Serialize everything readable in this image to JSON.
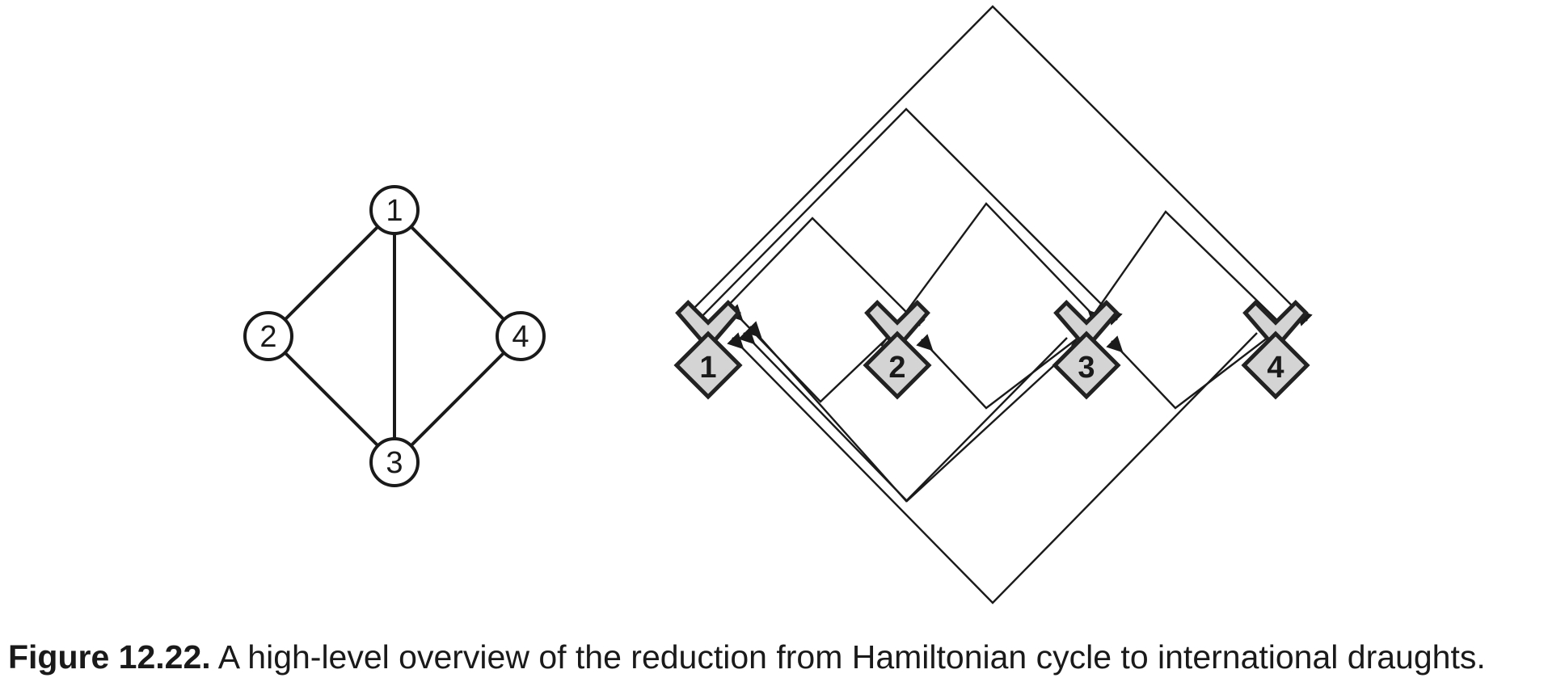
{
  "graph": {
    "nodes": [
      {
        "id": "1",
        "label": "1"
      },
      {
        "id": "2",
        "label": "2"
      },
      {
        "id": "3",
        "label": "3"
      },
      {
        "id": "4",
        "label": "4"
      }
    ],
    "edges": [
      [
        "1",
        "2"
      ],
      [
        "1",
        "4"
      ],
      [
        "1",
        "3"
      ],
      [
        "2",
        "3"
      ],
      [
        "4",
        "3"
      ]
    ]
  },
  "gadgets": [
    {
      "id": "1",
      "label": "1"
    },
    {
      "id": "2",
      "label": "2"
    },
    {
      "id": "3",
      "label": "3"
    },
    {
      "id": "4",
      "label": "4"
    }
  ],
  "caption": {
    "label": "Figure 12.22.",
    "text": " A high-level overview of the reduction from Hamiltonian cycle to international draughts."
  }
}
